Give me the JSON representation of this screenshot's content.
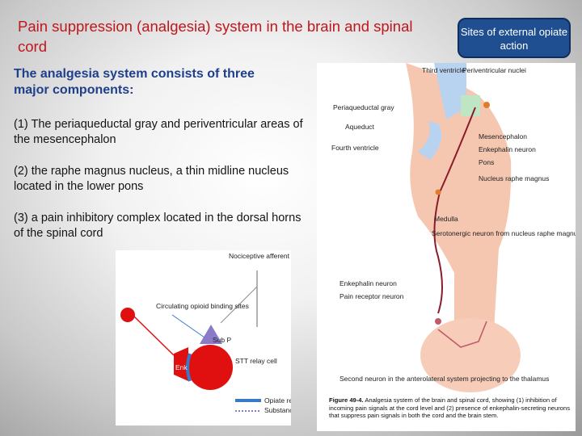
{
  "slide": {
    "title": "Pain suppression (analgesia) system in the brain and spinal cord",
    "intro": "The analgesia system consists of three major components:",
    "components": [
      "(1) The periaqueductal gray and periventricular areas of the mesencephalon",
      "(2) the raphe magnus nucleus, a thin midline nucleus located in the lower pons",
      "(3) a pain inhibitory complex located in the dorsal horns of the spinal cord"
    ],
    "badge": "Sites of external opiate action"
  },
  "left_figure": {
    "labels": {
      "nociceptive": "Nociceptive afferent",
      "circulating": "Circulating opioid binding sites",
      "sub_p": "Sub P",
      "stt": "STT relay cell",
      "enk": "Enk",
      "opiate_receptor": "Opiate receptor",
      "substance_p": "Substance P receptor"
    },
    "colors": {
      "red": "#e01010",
      "blue": "#3a78c8",
      "purple": "#8a7ac8"
    }
  },
  "right_figure": {
    "labels": {
      "third_ventricle": "Third ventricle",
      "periventricular": "Periventricular nuclei",
      "periaqueductal": "Periaqueductal gray",
      "aqueduct": "Aqueduct",
      "mesencephalon": "Mesencephalon",
      "fourth_ventricle": "Fourth ventricle",
      "enkephalin_neuron": "Enkephalin neuron",
      "pons": "Pons",
      "raphe": "Nucleus raphe magnus",
      "medulla": "Medulla",
      "serotonergic": "Serotonergic neuron from nucleus raphe magnus",
      "enk_neuron2": "Enkephalin neuron",
      "pain_receptor": "Pain receptor neuron",
      "second_neuron": "Second neuron in the anterolateral system projecting to the thalamus"
    },
    "caption_label": "Figure 49-4.",
    "caption_text": "Analgesia system of the brain and spinal cord, showing (1) inhibition of incoming pain signals at the cord level and (2) presence of enkephalin-secreting neurons that suppress pain signals in both the cord and the brain stem."
  }
}
